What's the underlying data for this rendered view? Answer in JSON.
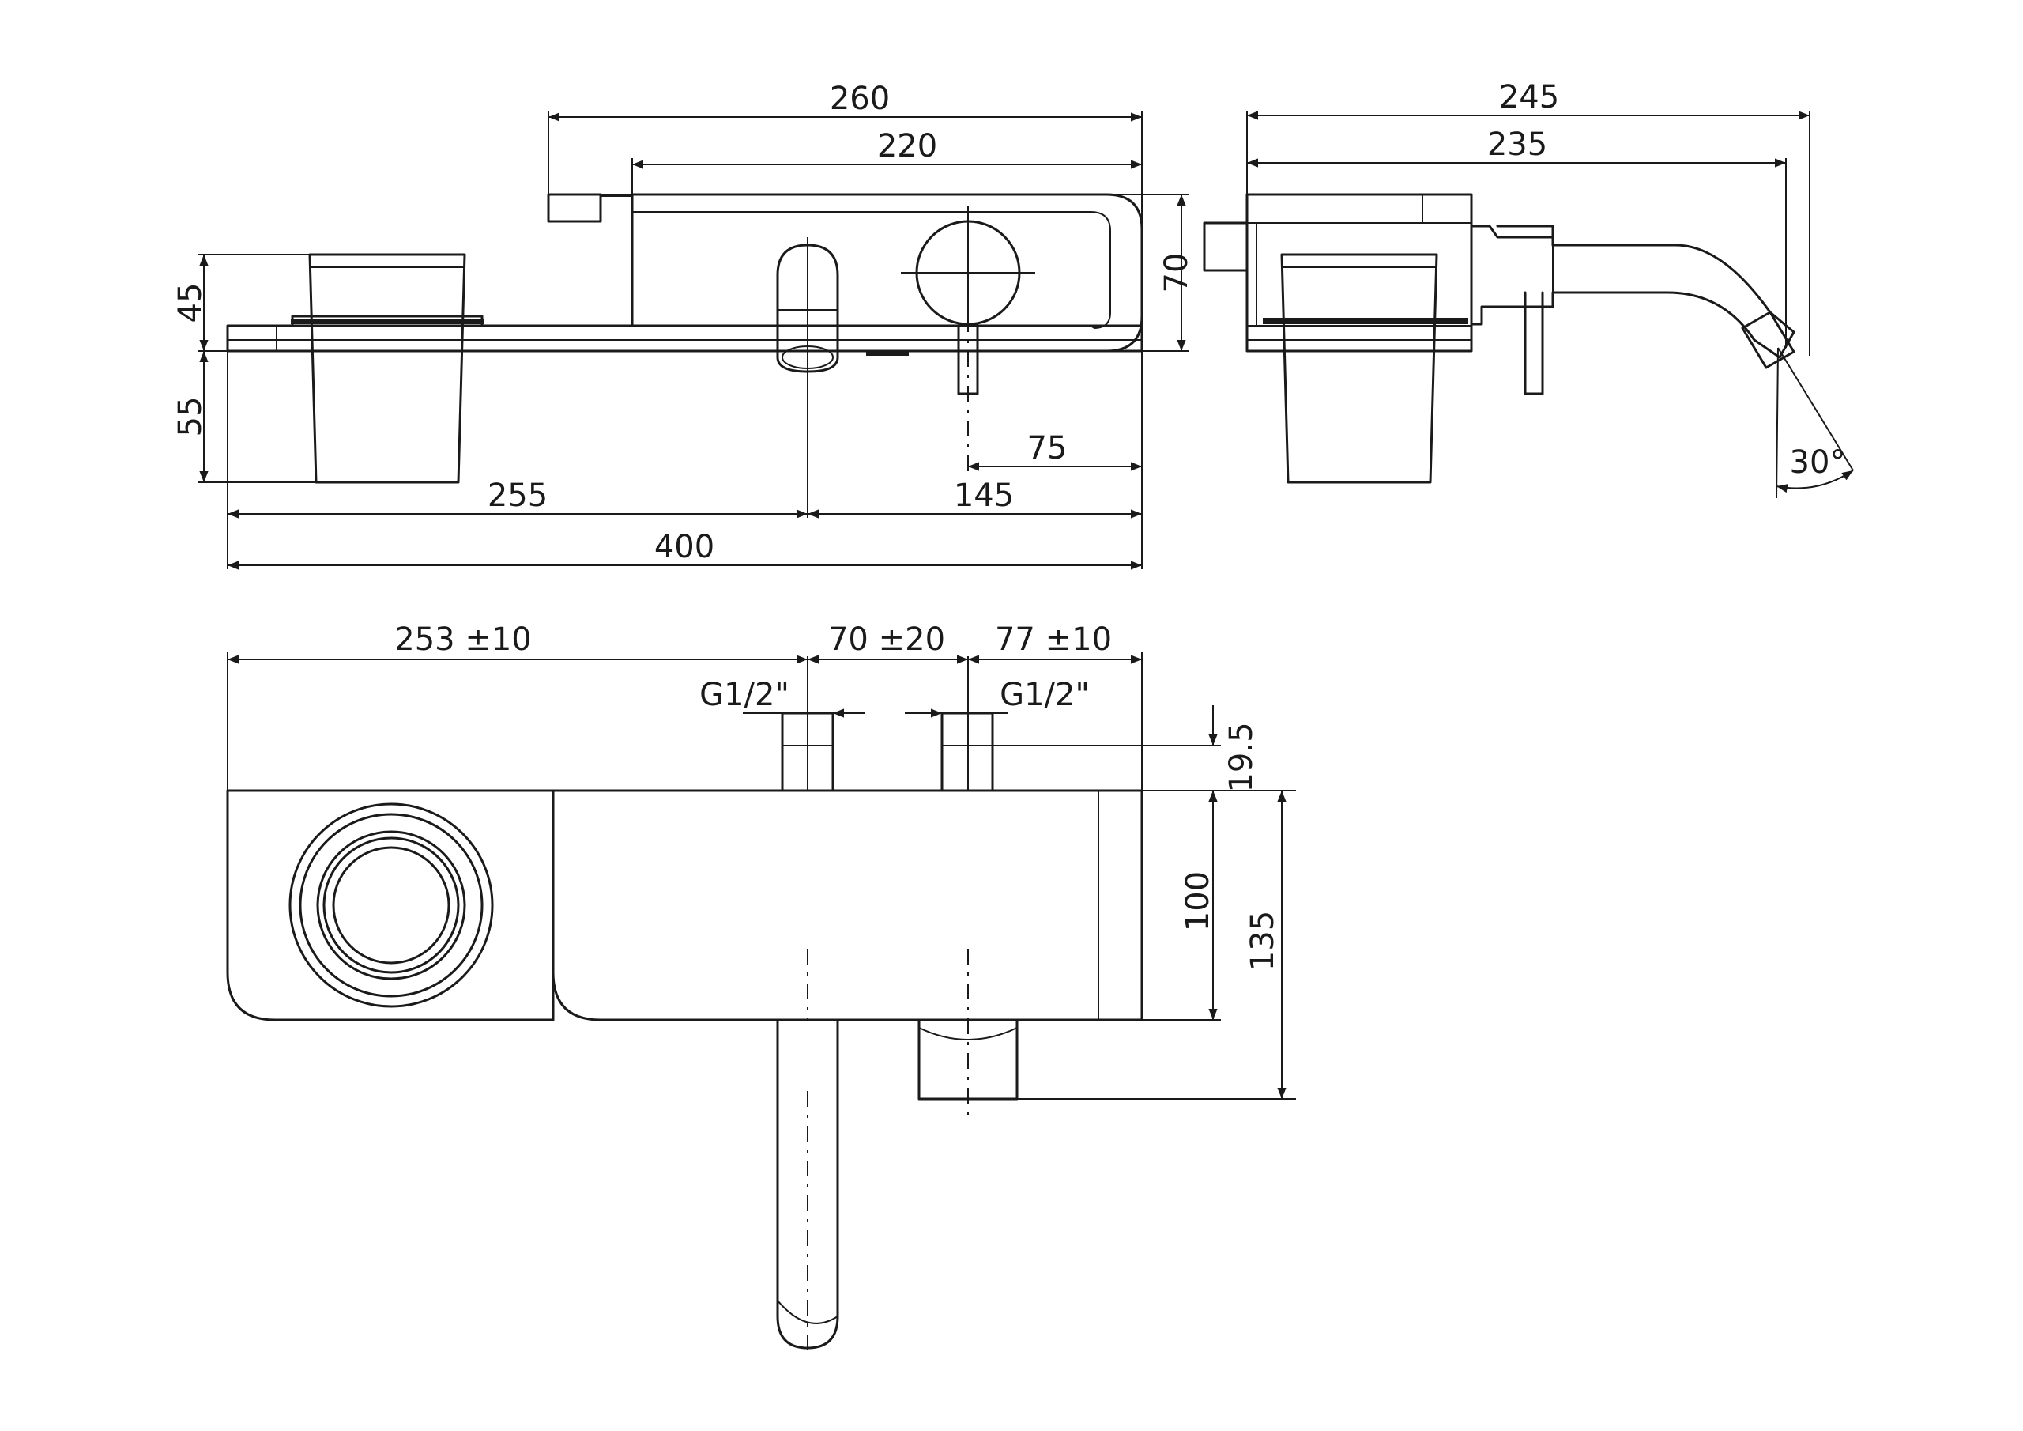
{
  "drawing": {
    "line_color": "#1a1a1a",
    "background": "#ffffff",
    "dimensions": {
      "front_260": "260",
      "front_220": "220",
      "front_70": "70",
      "front_45": "45",
      "front_55": "55",
      "front_75": "75",
      "front_255": "255",
      "front_145": "145",
      "front_400": "400",
      "side_245": "245",
      "side_235": "235",
      "side_angle": "30°",
      "top_253": "253 ±10",
      "top_70": "70 ±20",
      "top_77": "77 ±10",
      "top_thread_left": "G1/2\"",
      "top_thread_right": "G1/2\"",
      "top_19_5": "19.5",
      "top_100": "100",
      "top_135": "135"
    }
  }
}
